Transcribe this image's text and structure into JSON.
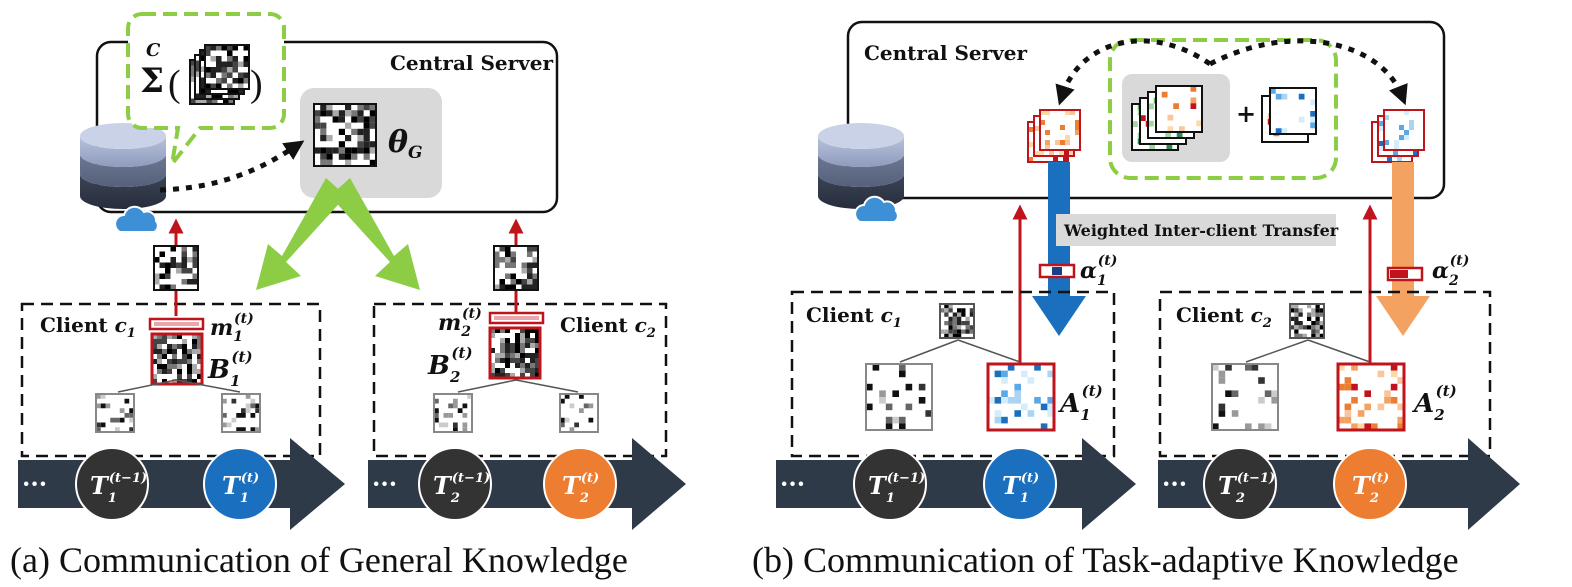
{
  "panel_a": {
    "server_title": "Central Server",
    "sum_symbol": "Σ",
    "sum_superscript": "C",
    "sum_open": "(",
    "sum_close": ")",
    "global_theta": "θ",
    "global_theta_sub": "G",
    "client1": {
      "label": "Client",
      "var": "c",
      "sub": "1",
      "mask": "m",
      "base": "B",
      "sup": "(t)"
    },
    "client2": {
      "label": "Client",
      "var": "c",
      "sub": "2",
      "mask": "m",
      "base": "B",
      "sup": "(t)"
    },
    "timeline1": {
      "dots": "···",
      "prev_task": "T",
      "prev_sub": "1",
      "prev_sup": "(t−1)",
      "cur_task": "T",
      "cur_sub": "1",
      "cur_sup": "(t)"
    },
    "timeline2": {
      "dots": "···",
      "prev_task": "T",
      "prev_sub": "2",
      "prev_sup": "(t−1)",
      "cur_task": "T",
      "cur_sub": "2",
      "cur_sup": "(t)"
    },
    "caption": "(a) Communication of General Knowledge"
  },
  "panel_b": {
    "server_title": "Central Server",
    "plus": "+",
    "transfer_label": "Weighted Inter-client Transfer",
    "alpha1": {
      "sym": "α",
      "sub": "1",
      "sup": "(t)"
    },
    "alpha2": {
      "sym": "α",
      "sub": "2",
      "sup": "(t)"
    },
    "client1": {
      "label": "Client",
      "var": "c",
      "sub": "1",
      "adaptive": "A",
      "sup": "(t)"
    },
    "client2": {
      "label": "Client",
      "var": "c",
      "sub": "2",
      "adaptive": "A",
      "sup": "(t)"
    },
    "timeline1": {
      "dots": "···",
      "prev_task": "T",
      "prev_sub": "1",
      "prev_sup": "(t−1)",
      "cur_task": "T",
      "cur_sub": "1",
      "cur_sup": "(t)"
    },
    "timeline2": {
      "dots": "···",
      "prev_task": "T",
      "prev_sub": "2",
      "prev_sup": "(t−1)",
      "cur_task": "T",
      "cur_sub": "2",
      "cur_sup": "(t)"
    },
    "caption": "(b) Communication of Task-adaptive Knowledge"
  },
  "colors": {
    "dark_arrow": "#2e3a47",
    "red": "#c0141c",
    "green": "#8ccd45",
    "blue": "#1b6fbf",
    "orange": "#ed7d31",
    "dark_circle": "#333333",
    "server_bubble": "#d9d9d9"
  }
}
